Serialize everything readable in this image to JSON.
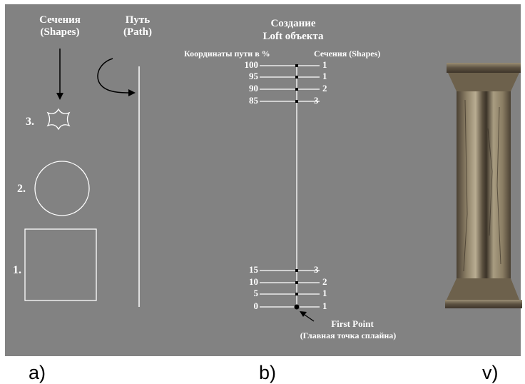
{
  "panel_a": {
    "shapes_title": "Сечения",
    "shapes_sub": "(Shapes)",
    "path_title": "Путь",
    "path_sub": "(Path)",
    "num_1": "1.",
    "num_2": "2.",
    "num_3": "3."
  },
  "panel_b": {
    "title_1": "Создание",
    "title_2": "Loft объекта",
    "left_header": "Координаты пути в %",
    "right_header": "Сечения (Shapes)",
    "rows": [
      {
        "pct": "100",
        "shape": "1"
      },
      {
        "pct": "95",
        "shape": "1"
      },
      {
        "pct": "90",
        "shape": "2"
      },
      {
        "pct": "85",
        "shape": "3"
      },
      {
        "pct": "15",
        "shape": "3"
      },
      {
        "pct": "10",
        "shape": "2"
      },
      {
        "pct": "5",
        "shape": "1"
      },
      {
        "pct": "0",
        "shape": "1"
      }
    ],
    "first_point": "First Point",
    "first_point_sub": "(Главная точка сплайна)"
  },
  "captions": {
    "a": "a)",
    "b": "b)",
    "v": "v)"
  },
  "colors": {
    "panel_bg": "#828282",
    "line": "#ffffff",
    "stone_dark": "#3a3226",
    "stone_light": "#b7aa8e"
  }
}
